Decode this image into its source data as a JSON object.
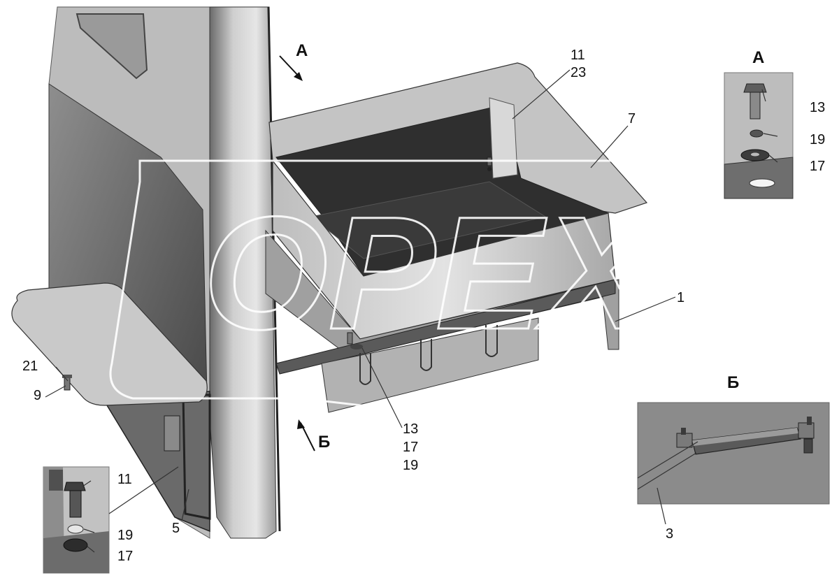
{
  "view_labels": {
    "a_top": "А",
    "a_inset": "А",
    "b_bottom": "Б",
    "b_inset": "Б"
  },
  "callouts": {
    "c11_top": "11",
    "c23": "23",
    "c7": "7",
    "c1": "1",
    "c13_mid": "13",
    "c17_mid": "17",
    "c19_mid": "19",
    "c21": "21",
    "c9": "9",
    "c5": "5",
    "c3": "3",
    "c13_a": "13",
    "c19_a": "19",
    "c17_a": "17",
    "c11_inset": "11",
    "c19_inset": "19",
    "c17_inset": "17"
  },
  "watermark": "ОРЕХ",
  "colors": {
    "panel_light": "#d6d6d6",
    "panel_mid": "#a9a9a9",
    "panel_dark": "#4a4a4a",
    "outline": "#222222",
    "inset_bg": "#bdbdbd"
  }
}
